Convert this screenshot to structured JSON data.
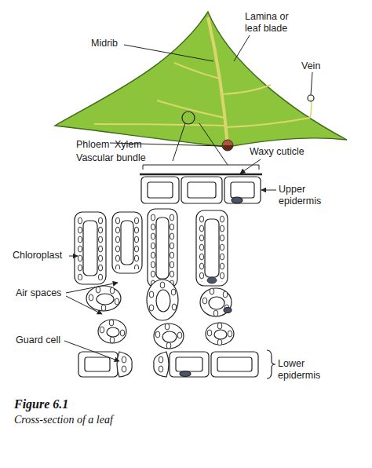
{
  "diagram": {
    "title": "Figure 6.1",
    "caption": "Cross-section of a leaf",
    "labels": [
      "Midrib",
      "Lamina or leaf blade",
      "Vein",
      "Phloem",
      "Xylem",
      "Vascular bundle",
      "Waxy cuticle",
      "Upper epidermis",
      "Chloroplast",
      "Air spaces",
      "Guard cell",
      "Lower epidermis"
    ]
  }
}
